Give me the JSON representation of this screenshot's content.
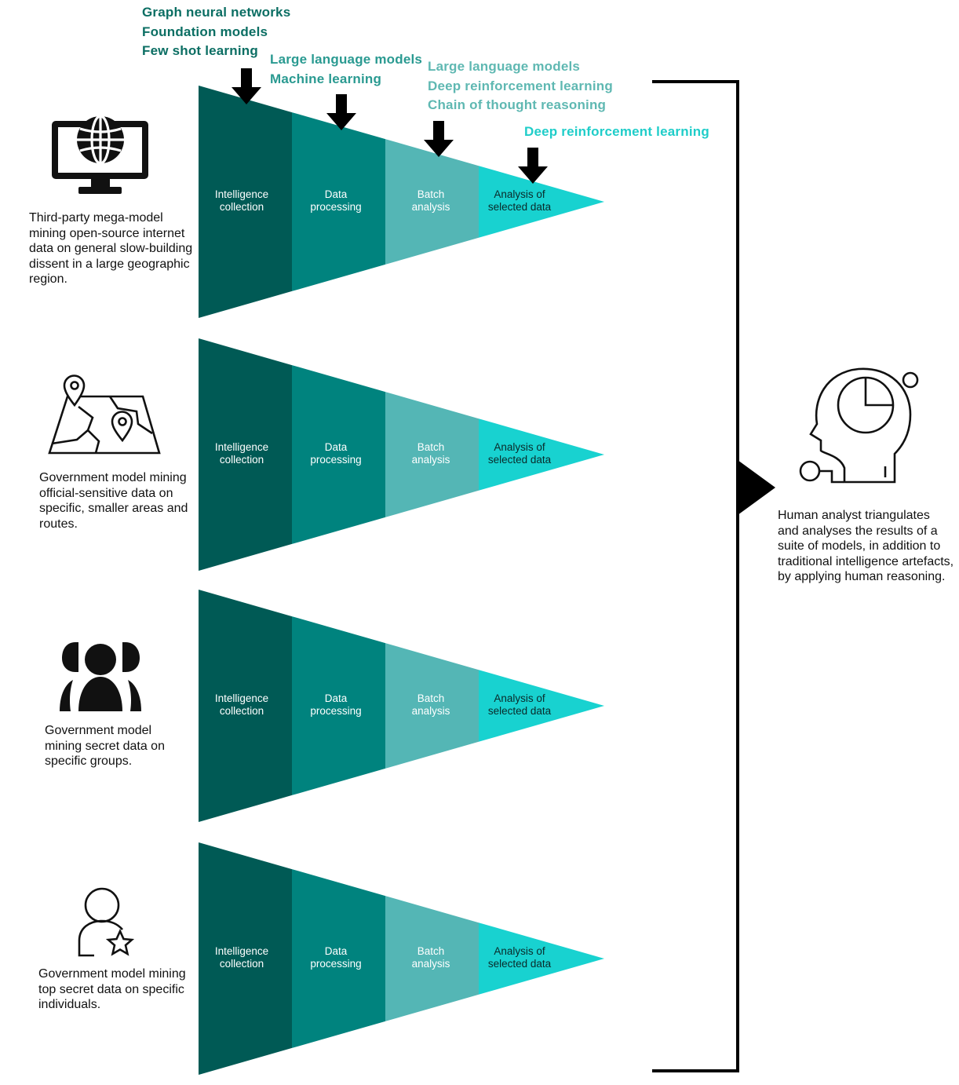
{
  "colors": {
    "stage1": "#005a55",
    "stage2": "#00837e",
    "stage3": "#54b6b5",
    "stage4": "#18d2d0",
    "techDark": "#0b6e63",
    "techMid": "#2a9a91",
    "techLight": "#5fb8b2",
    "techBright": "#1fcdc9",
    "ink": "#000000"
  },
  "stage_labels": {
    "s1": "Intelligence\ncollection",
    "s2": "Data\nprocessing",
    "s3": "Batch\nanalysis",
    "s4": "Analysis of\nselected data"
  },
  "techniques": {
    "stage1": [
      "Graph neural networks",
      "Foundation models",
      "Few shot learning"
    ],
    "stage2": [
      "Large language models",
      "Machine learning"
    ],
    "stage3": [
      "Large language models",
      "Deep reinforcement learning",
      "Chain of thought reasoning"
    ],
    "stage4": [
      "Deep reinforcement learning"
    ]
  },
  "models": [
    {
      "icon": "monitor-globe-icon",
      "description": "Third-party mega-model mining open-source internet data on general slow-building dissent in a large geographic region."
    },
    {
      "icon": "map-pins-icon",
      "description": "Government model mining official-sensitive data on specific, smaller areas and routes."
    },
    {
      "icon": "group-people-icon",
      "description": "Government model mining secret data on specific groups."
    },
    {
      "icon": "person-star-icon",
      "description": "Government model mining top secret data on specific individuals."
    }
  ],
  "analyst": {
    "icon": "head-chart-icon",
    "description": "Human analyst triangulates and analyses the results of a suite of models, in addition to traditional intelligence artefacts, by applying human reasoning."
  }
}
